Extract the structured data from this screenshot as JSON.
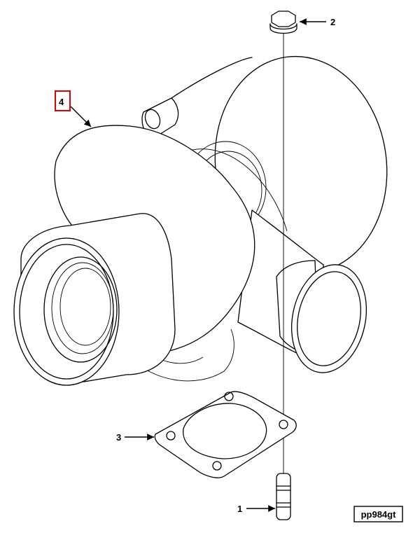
{
  "callouts": [
    {
      "id": "1",
      "label": "1"
    },
    {
      "id": "2",
      "label": "2"
    },
    {
      "id": "3",
      "label": "3"
    },
    {
      "id": "4",
      "label": "4"
    }
  ],
  "highlight": {
    "label": "4",
    "color": "#e00000"
  },
  "figure_id": "pp984gt"
}
